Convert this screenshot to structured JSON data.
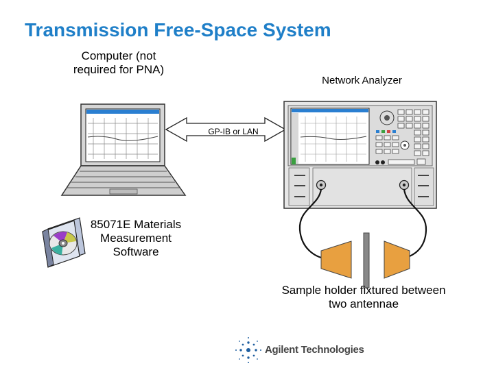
{
  "title": "Transmission Free-Space System",
  "labels": {
    "computer": "Computer (not required for PNA)",
    "analyzer": "Network Analyzer",
    "link": "GP-IB or LAN",
    "software": "85071E Materials Measurement Software",
    "sample": "Sample holder fixtured between two antennae"
  },
  "logo": {
    "text": "Agilent Technologies"
  },
  "colors": {
    "title": "#1f7fc8",
    "screen": "#2a7fd1",
    "antenna": "#e8a040"
  },
  "icons": [
    "laptop-icon",
    "network-analyzer-icon",
    "cd-case-icon",
    "horn-antenna-icon",
    "sample-holder-icon",
    "agilent-spark-logo"
  ]
}
